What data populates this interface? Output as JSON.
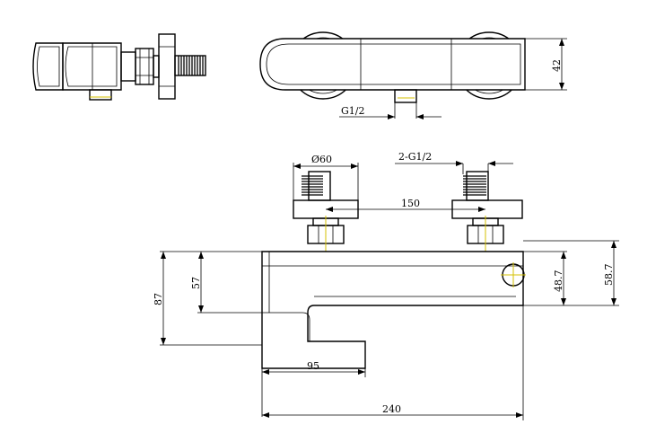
{
  "dimensions": {
    "side_height": "42",
    "inlet_thread": "G1/2",
    "wall_plate_diameter": "Ø60",
    "inlet_threads": "2-G1/2",
    "center_distance": "150",
    "total_height": "87",
    "body_height": "57",
    "right_height_inner": "48.7",
    "right_height_outer": "58.7",
    "spout_projection": "95",
    "total_length": "240"
  },
  "colors": {
    "line": "#000000",
    "center_mark": "#d4c000",
    "background": "#ffffff"
  }
}
